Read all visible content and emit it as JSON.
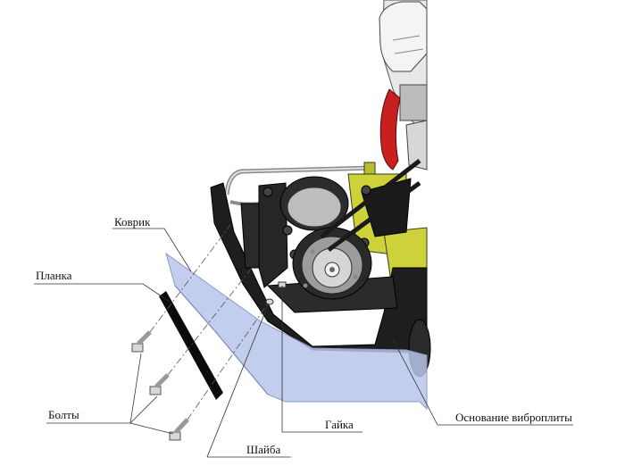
{
  "labels": {
    "kovrik": "Коврик",
    "planka": "Планка",
    "bolty": "Болты",
    "gaika": "Гайка",
    "shaiba": "Шайба",
    "osnovanie": "Основание виброплиты"
  },
  "colors": {
    "mat": "#b8c4ea",
    "bar": "#0b0b0b",
    "frame": "#1e1e1e",
    "yellow": "#cdd23a",
    "red": "#c8201e",
    "metal": "#cfcfcf",
    "leader": "#333333"
  }
}
